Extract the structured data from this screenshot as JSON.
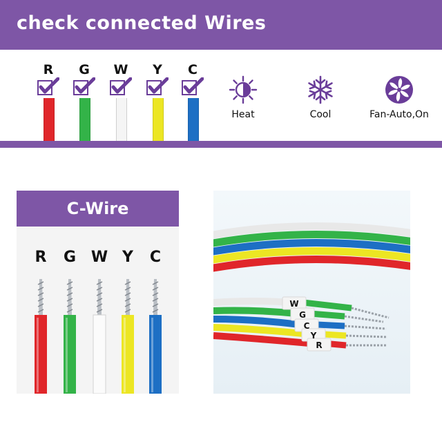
{
  "header": {
    "title": "check connected Wires"
  },
  "wires": [
    {
      "letter": "R",
      "color": "#e0262a"
    },
    {
      "letter": "G",
      "color": "#33b348"
    },
    {
      "letter": "W",
      "color": "#f5f5f5"
    },
    {
      "letter": "Y",
      "color": "#ece623"
    },
    {
      "letter": "C",
      "color": "#1d6fc4"
    }
  ],
  "modes": [
    {
      "label": "Heat",
      "icon": "sun-icon"
    },
    {
      "label": "Cool",
      "icon": "snowflake-icon"
    },
    {
      "label": "Fan-Auto,On",
      "icon": "fan-icon"
    }
  ],
  "card": {
    "title": "C-Wire",
    "letters": [
      "R",
      "G",
      "W",
      "Y",
      "C"
    ]
  },
  "photo": {
    "tags": [
      "W",
      "G",
      "C",
      "Y",
      "R"
    ]
  },
  "colors": {
    "accent": "#7e56a6",
    "checkmark": "#6a3d99"
  }
}
